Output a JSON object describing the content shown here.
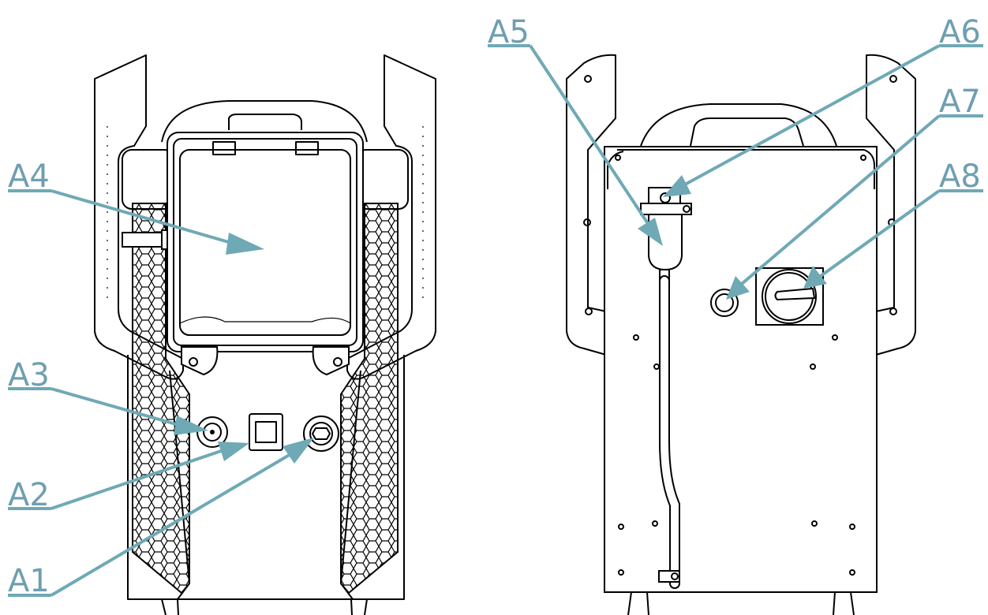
{
  "labels": {
    "a1": "A1",
    "a2": "A2",
    "a3": "A3",
    "a4": "A4",
    "a5": "A5",
    "a6": "A6",
    "a7": "A7",
    "a8": "A8"
  },
  "colors": {
    "callout": "#6fa9b5",
    "label_text": "#6f9fb0",
    "line_art": "#000000",
    "background": "#ffffff"
  }
}
